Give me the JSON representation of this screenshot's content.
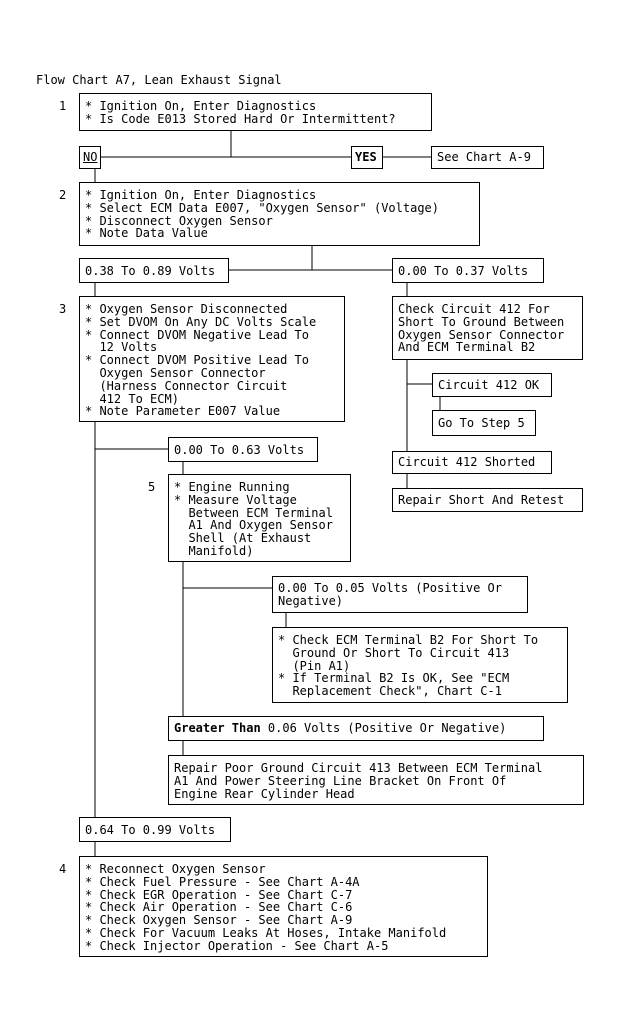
{
  "title": "Flow Chart A7, Lean Exhaust Signal",
  "steps": {
    "s1": "1",
    "s2": "2",
    "s3": "3",
    "s4": "4",
    "s5": "5"
  },
  "step1_box": "* Ignition On, Enter Diagnostics\n* Is Code E013 Stored Hard Or Intermittent?",
  "answer_no": "NO",
  "answer_yes": "YES",
  "see_chart_a9": "See Chart A-9",
  "step2_box": "* Ignition On, Enter Diagnostics\n* Select ECM Data E007, \"Oxygen Sensor\" (Voltage)\n* Disconnect Oxygen Sensor\n* Note Data Value",
  "range_038_089": "0.38 To 0.89 Volts",
  "range_000_037": "0.00 To 0.37 Volts",
  "step3_box": "* Oxygen Sensor Disconnected\n* Set DVOM On Any DC Volts Scale\n* Connect DVOM Negative Lead To\n  12 Volts\n* Connect DVOM Positive Lead To\n  Oxygen Sensor Connector\n  (Harness Connector Circuit\n  412 To ECM)\n* Note Parameter E007 Value",
  "check_circuit_412": "Check Circuit 412 For\nShort To Ground Between\nOxygen Sensor Connector\nAnd ECM Terminal B2",
  "circuit_412_ok": "Circuit 412 OK",
  "go_to_step5": "Go To Step 5",
  "circuit_412_shorted": "Circuit 412 Shorted",
  "repair_short_retest": "Repair Short And Retest",
  "range_000_063": "0.00 To 0.63 Volts",
  "step5_box": "* Engine Running\n* Measure Voltage\n  Between ECM Terminal\n  A1 And Oxygen Sensor\n  Shell (At Exhaust\n  Manifold)",
  "range_000_005": "0.00 To 0.05 Volts (Positive Or\nNegative)",
  "check_ecm_b2": "* Check ECM Terminal B2 For Short To\n  Ground Or Short To Circuit 413\n  (Pin A1)\n* If Terminal B2 Is OK, See \"ECM\n  Replacement Check\", Chart C-1",
  "greater_than_bold": "Greater Than",
  "greater_than_rest": " 0.06 Volts (Positive Or Negative)",
  "repair_poor_ground": "Repair Poor Ground Circuit 413 Between ECM Terminal\nA1 And Power Steering Line Bracket On Front Of\nEngine Rear Cylinder Head",
  "range_064_099": "0.64 To 0.99 Volts",
  "step4_box": "* Reconnect Oxygen Sensor\n* Check Fuel Pressure - See Chart A-4A\n* Check EGR Operation - See Chart C-7\n* Check Air Operation - See Chart C-6\n* Check Oxygen Sensor - See Chart A-9\n* Check For Vacuum Leaks At Hoses, Intake Manifold\n* Check Injector Operation - See Chart A-5"
}
